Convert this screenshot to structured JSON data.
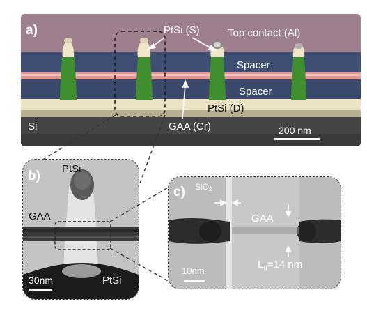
{
  "panel_a": {
    "id": "a)",
    "labels": {
      "ptsi_s": "PtSi (S)",
      "top_contact": "Top contact (Al)",
      "spacer_upper": "Spacer",
      "spacer_lower": "Spacer",
      "ptsi_d": "PtSi (D)",
      "gaa": "GAA (Cr)",
      "si": "Si"
    },
    "scale_bar": "200 nm"
  },
  "panel_b": {
    "id": "b)",
    "labels": {
      "ptsi_top": "PtSi",
      "gaa": "GAA",
      "ptsi_bottom": "PtSi"
    },
    "scale_bar": "30nm"
  },
  "panel_c": {
    "id": "c)",
    "labels": {
      "sio2_main": "SiO",
      "sio2_sub": "2",
      "gaa": "GAA",
      "lg_main": "L",
      "lg_sub": "g",
      "lg_rest": "=14 nm"
    },
    "scale_bar": "10nm"
  },
  "colors": {
    "top_contact": "#9a7e8a",
    "spacer": "#3c4c72",
    "gate_stripe": "#e79a9a",
    "nanowire": "#3f8f2f",
    "ptsi": "#efe6c8",
    "substrate": "#4a4a4a"
  }
}
